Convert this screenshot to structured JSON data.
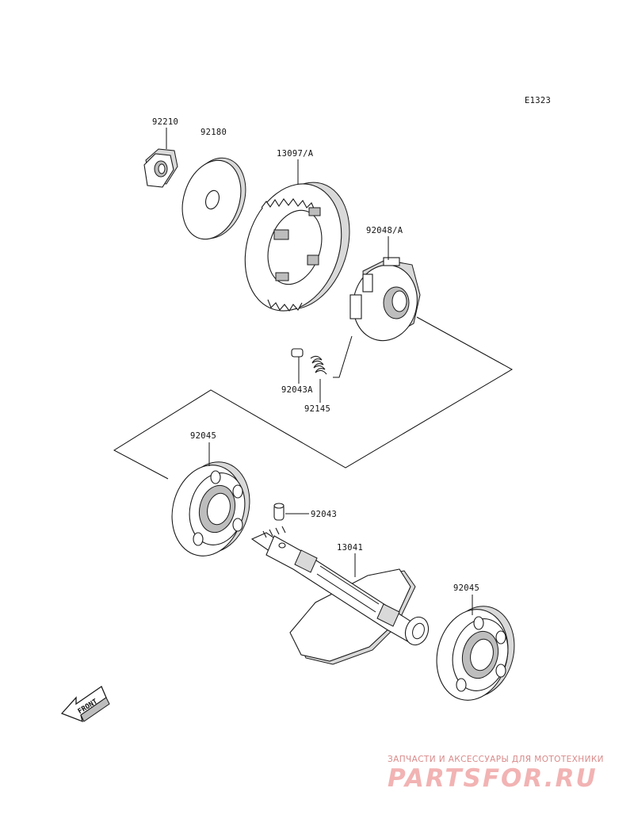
{
  "diagram_code": "E1323",
  "parts": {
    "nut": "92210",
    "washer": "92180",
    "gear": "13097/A",
    "damper": "92048/A",
    "pin_upper": "92043A",
    "spring": "92145",
    "bearing_left": "92045",
    "pin_lower": "92043",
    "shaft": "13041",
    "bearing_right": "92045"
  },
  "front_marker": "FRONT",
  "watermark": {
    "tagline": "ЗАПЧАСТИ И АКСЕССУАРЫ ДЛЯ МОТОТЕХНИКИ",
    "logo": "PARTSFOR.RU"
  }
}
